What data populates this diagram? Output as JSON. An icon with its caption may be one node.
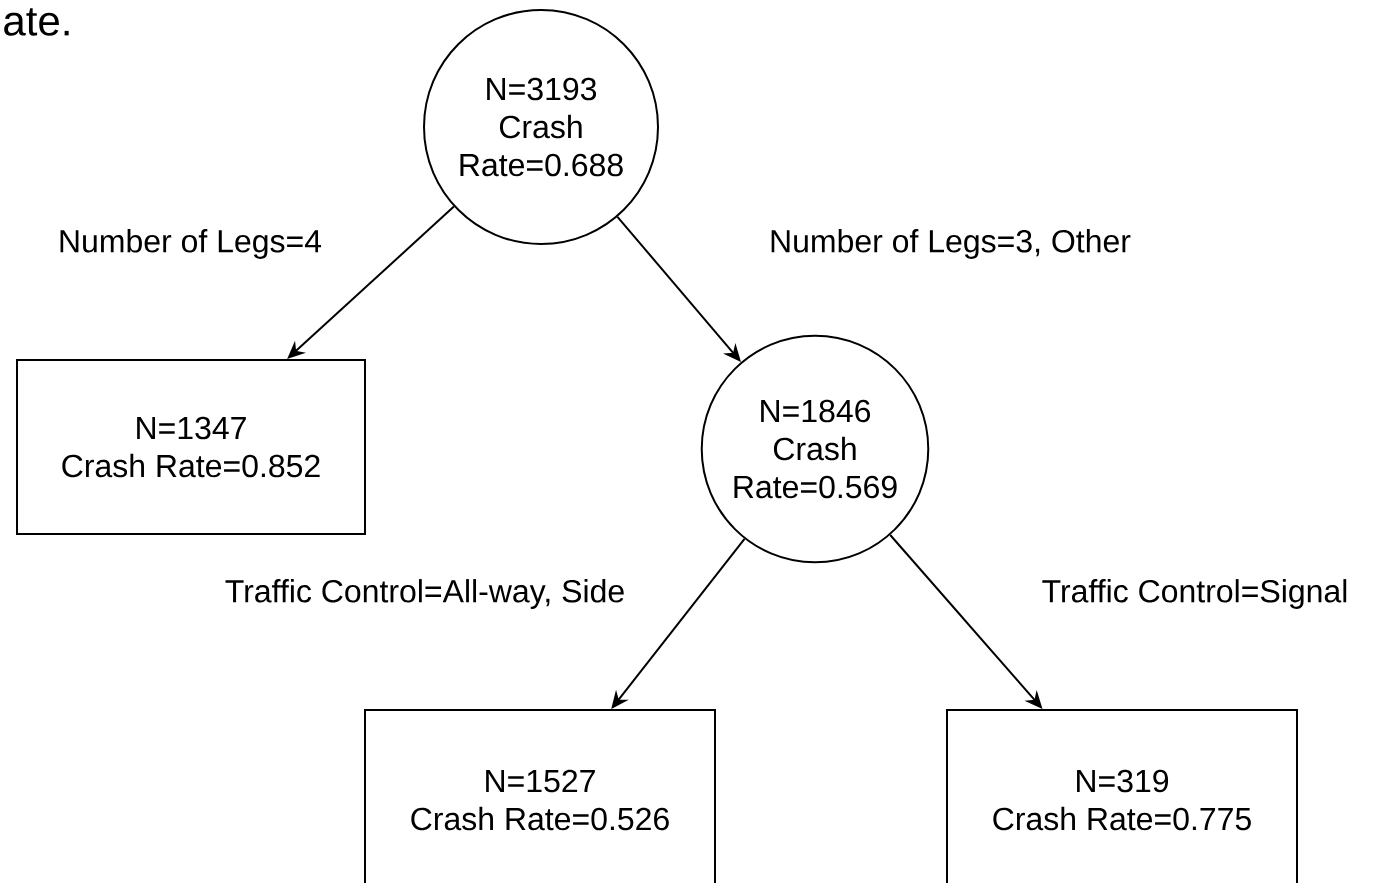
{
  "diagram": {
    "nodes": [
      {
        "text": [
          "N=3193",
          "Crash Rate=0.688"
        ]
      },
      {
        "text": [
          "N=1347",
          "Crash Rate=0.852"
        ]
      },
      {
        "text": [
          "N=1846",
          "Crash Rate=0.569"
        ]
      },
      {
        "text": [
          "N=1527",
          "Crash Rate=0.526"
        ]
      },
      {
        "text": [
          "N=319",
          "Crash Rate=0.775"
        ]
      }
    ],
    "edges": [
      {
        "from": 0,
        "to": 1,
        "arrow": "to",
        "label": "Number of Legs=4"
      },
      {
        "from": 0,
        "to": 2,
        "arrow": "to",
        "label": "Number of Legs=3, Other"
      },
      {
        "from": 2,
        "to": 3,
        "arrow": "to",
        "label": "Traffic Control=All-way, Side"
      },
      {
        "from": 2,
        "to": 4,
        "arrow": "to",
        "label": "Traffic Control=Signal"
      }
    ],
    "labels": [
      "ate."
    ]
  }
}
